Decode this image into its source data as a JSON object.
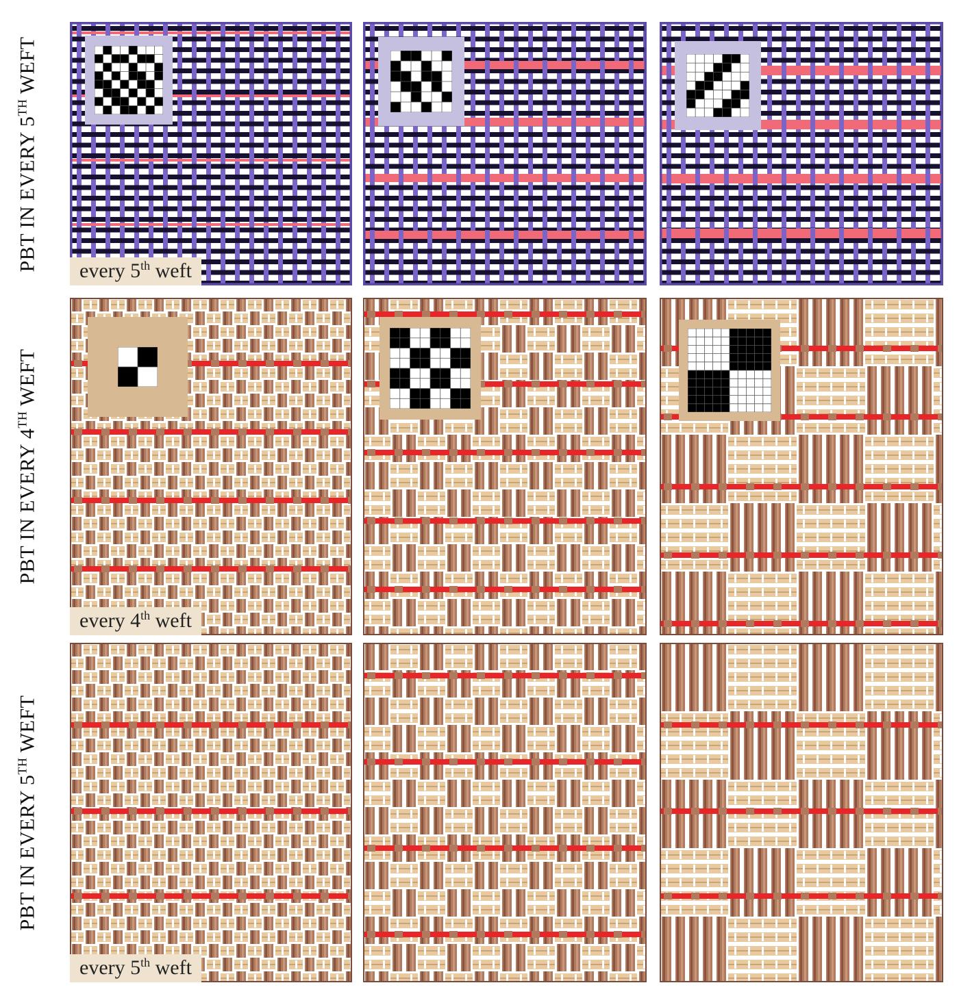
{
  "row_labels": [
    {
      "pre": "PBT IN EVERY 5",
      "sup": "TH",
      "post": " WEFT"
    },
    {
      "pre": "PBT IN EVERY 4",
      "sup": "TH",
      "post": " WEFT"
    },
    {
      "pre": "PBT IN EVERY 5",
      "sup": "TH",
      "post": " WEFT"
    }
  ],
  "captions": [
    {
      "pre": "every 5",
      "sup": "th",
      "post": " weft"
    },
    {
      "pre": "every 4",
      "sup": "th",
      "post": " weft"
    },
    {
      "pre": "every 5",
      "sup": "th",
      "post": " weft"
    }
  ],
  "colors": {
    "purple_border": "#5b4aa8",
    "purple_warp": "#7a64c8",
    "dark_weft": "#15112e",
    "pink_thread": "#f06a78",
    "brown_border": "#7a4a3a",
    "tan_light": "#e8c9a0",
    "tan_dark": "#b07a5e",
    "red_thread": "#e8262a",
    "caption_bg": "#efe3cf",
    "inset_purple": "#c5c0e0",
    "inset_tan": "#d7b994"
  },
  "weave_patterns": {
    "row1": [
      [
        [
          0,
          1,
          0,
          0,
          1,
          0,
          0,
          0
        ],
        [
          1,
          0,
          1,
          1,
          0,
          1,
          1,
          0
        ],
        [
          0,
          1,
          0,
          0,
          1,
          0,
          0,
          1
        ],
        [
          1,
          0,
          1,
          0,
          1,
          1,
          0,
          1
        ],
        [
          1,
          1,
          0,
          1,
          0,
          1,
          1,
          0
        ],
        [
          0,
          1,
          1,
          0,
          1,
          0,
          1,
          0
        ],
        [
          1,
          0,
          1,
          1,
          0,
          1,
          0,
          1
        ],
        [
          0,
          1,
          0,
          1,
          1,
          0,
          1,
          0
        ]
      ],
      [
        [
          0,
          1,
          1,
          0,
          0,
          1
        ],
        [
          1,
          0,
          0,
          1,
          0,
          0
        ],
        [
          1,
          1,
          0,
          1,
          1,
          0
        ],
        [
          0,
          1,
          1,
          0,
          1,
          0
        ],
        [
          0,
          0,
          1,
          0,
          0,
          1
        ],
        [
          1,
          0,
          0,
          1,
          0,
          0
        ]
      ],
      [
        [
          0,
          0,
          0,
          0,
          1,
          1,
          0
        ],
        [
          0,
          0,
          0,
          1,
          1,
          0,
          0
        ],
        [
          0,
          0,
          1,
          1,
          0,
          0,
          0
        ],
        [
          0,
          1,
          1,
          0,
          0,
          0,
          1
        ],
        [
          1,
          1,
          0,
          0,
          0,
          1,
          1
        ],
        [
          1,
          0,
          0,
          0,
          1,
          1,
          0
        ],
        [
          0,
          0,
          0,
          1,
          1,
          0,
          0
        ]
      ]
    ],
    "row2": [
      [
        [
          0,
          1
        ],
        [
          1,
          0
        ]
      ],
      [
        [
          1,
          1,
          0,
          0,
          1,
          1,
          0,
          0
        ],
        [
          1,
          1,
          0,
          0,
          1,
          1,
          0,
          0
        ],
        [
          0,
          0,
          1,
          1,
          0,
          0,
          1,
          1
        ],
        [
          0,
          0,
          1,
          1,
          0,
          0,
          1,
          1
        ],
        [
          1,
          1,
          0,
          0,
          1,
          1,
          0,
          0
        ],
        [
          1,
          1,
          0,
          0,
          1,
          1,
          0,
          0
        ],
        [
          0,
          0,
          1,
          1,
          0,
          0,
          1,
          1
        ],
        [
          0,
          0,
          1,
          1,
          0,
          0,
          1,
          1
        ]
      ],
      [
        [
          0,
          0,
          0,
          0,
          0,
          1,
          1,
          1,
          1,
          1
        ],
        [
          0,
          0,
          0,
          0,
          0,
          1,
          1,
          1,
          1,
          1
        ],
        [
          0,
          0,
          0,
          0,
          0,
          1,
          1,
          1,
          1,
          1
        ],
        [
          0,
          0,
          0,
          0,
          0,
          1,
          1,
          1,
          1,
          1
        ],
        [
          0,
          0,
          0,
          0,
          0,
          1,
          1,
          1,
          1,
          1
        ],
        [
          1,
          1,
          1,
          1,
          1,
          0,
          0,
          0,
          0,
          0
        ],
        [
          1,
          1,
          1,
          1,
          1,
          0,
          0,
          0,
          0,
          0
        ],
        [
          1,
          1,
          1,
          1,
          1,
          0,
          0,
          0,
          0,
          0
        ],
        [
          1,
          1,
          1,
          1,
          1,
          0,
          0,
          0,
          0,
          0
        ],
        [
          1,
          1,
          1,
          1,
          1,
          0,
          0,
          0,
          0,
          0
        ]
      ]
    ]
  }
}
